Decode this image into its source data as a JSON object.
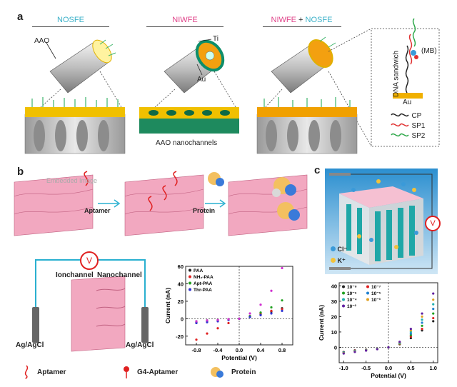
{
  "panel_a": {
    "label": "a",
    "headings": [
      {
        "text": "NOSFE",
        "color": "#3ab0c8"
      },
      {
        "text": "NIWFE",
        "color": "#e0458a"
      },
      {
        "text_left": "NIWFE",
        "text_plus": " + ",
        "text_right": "NOSFE"
      }
    ],
    "callouts": {
      "aao": "AAO",
      "ti": "Ti",
      "au": "Au",
      "nanochannels": "AAO nanochannels"
    },
    "inset": {
      "vertical_label": "DNA sandwich",
      "mb": "(MB)",
      "surface": "Au",
      "legend": [
        {
          "name": "CP",
          "color": "#222222"
        },
        {
          "name": "SP1",
          "color": "#e03030"
        },
        {
          "name": "SP2",
          "color": "#2ea84a"
        }
      ]
    }
  },
  "panel_b": {
    "label": "b",
    "arrows": [
      "Aptamer",
      "Protein"
    ],
    "circuit": {
      "meter": "V",
      "ionchannel": "Ionchannel",
      "nanochannel": "Nanochannel",
      "electrode_left": "Ag/AgCl",
      "electrode_right": "Ag/AgCl"
    },
    "legend": [
      "Aptamer",
      "G4-Aptamer",
      "Protein"
    ],
    "watermark": "Embedded Image"
  },
  "panel_c": {
    "label": "c",
    "meter": "V",
    "ions": [
      {
        "name": "Cl⁻",
        "color": "#3a9ad9"
      },
      {
        "name": "K⁺",
        "color": "#f2c23a"
      }
    ]
  },
  "chart_data": [
    {
      "type": "scatter",
      "xlabel": "Potential (V)",
      "ylabel": "Current (nA)",
      "xlim": [
        -1.0,
        1.0
      ],
      "ylim": [
        -30,
        60
      ],
      "xticks": [
        "-0.8",
        "-0.4",
        "0.0",
        "0.4",
        "0.8"
      ],
      "yticks": [
        "-20",
        "0",
        "20",
        "40",
        "60"
      ],
      "legend_position": "top-left",
      "x": [
        -0.8,
        -0.6,
        -0.4,
        -0.2,
        0.0,
        0.2,
        0.4,
        0.6,
        0.8
      ],
      "series": [
        {
          "name": "PAA",
          "color": "#222222",
          "values": [
            -4,
            -3,
            -2,
            -1,
            0,
            2,
            5,
            8,
            12
          ]
        },
        {
          "name": "NH₂-PAA",
          "color": "#e02020",
          "values": [
            -24,
            -17,
            -11,
            -5,
            0,
            3,
            6,
            9,
            11
          ]
        },
        {
          "name": "Apt-PAA",
          "color": "#20a020",
          "values": [
            -3,
            -2,
            -1.5,
            -0.5,
            0,
            3,
            7,
            13,
            21
          ]
        },
        {
          "name": "Thr-PAA",
          "color": "#3030d0",
          "values": [
            -5,
            -4,
            -3,
            -1.5,
            0,
            2,
            4,
            6,
            9
          ]
        },
        {
          "name": "",
          "color": "#d030d0",
          "values": [
            -3,
            -2,
            -1.5,
            -0.5,
            0,
            6,
            16,
            32,
            58
          ]
        }
      ]
    },
    {
      "type": "scatter",
      "xlabel": "Potential (V)",
      "ylabel": "Current (nA)",
      "xlim": [
        -1.1,
        1.1
      ],
      "ylim": [
        -10,
        42
      ],
      "xticks": [
        "-1.0",
        "-0.5",
        "0.0",
        "0.5",
        "1.0"
      ],
      "yticks": [
        "0",
        "10",
        "20",
        "30",
        "40"
      ],
      "legend_position": "top-left",
      "x": [
        -1.0,
        -0.75,
        -0.5,
        -0.25,
        0.0,
        0.25,
        0.5,
        0.75,
        1.0
      ],
      "series": [
        {
          "name": "10⁻⁸",
          "color": "#222222",
          "values": [
            -3,
            -2,
            -1.5,
            -1,
            0,
            2,
            6,
            11,
            17
          ]
        },
        {
          "name": "10⁻⁷",
          "color": "#e02020",
          "values": [
            -3,
            -2.2,
            -1.6,
            -1,
            0,
            2.2,
            7,
            12,
            19
          ]
        },
        {
          "name": "10⁻⁶",
          "color": "#20a020",
          "values": [
            -3.2,
            -2.4,
            -1.7,
            -1,
            0,
            2.5,
            8,
            14,
            22
          ]
        },
        {
          "name": "10⁻⁵",
          "color": "#2080d0",
          "values": [
            -3.4,
            -2.5,
            -1.8,
            -1,
            0,
            2.8,
            9,
            16,
            25
          ]
        },
        {
          "name": "10⁻⁴",
          "color": "#20b0b0",
          "values": [
            -3.6,
            -2.6,
            -1.9,
            -1,
            0,
            3,
            10,
            18,
            28
          ]
        },
        {
          "name": "10⁻³",
          "color": "#e0a020",
          "values": [
            -3.8,
            -2.8,
            -2,
            -1.1,
            0,
            3.3,
            11,
            20,
            31
          ]
        },
        {
          "name": "10⁻²",
          "color": "#6020a0",
          "values": [
            -4,
            -3,
            -2.1,
            -1.2,
            0,
            3.6,
            12,
            22,
            35
          ]
        }
      ]
    }
  ]
}
